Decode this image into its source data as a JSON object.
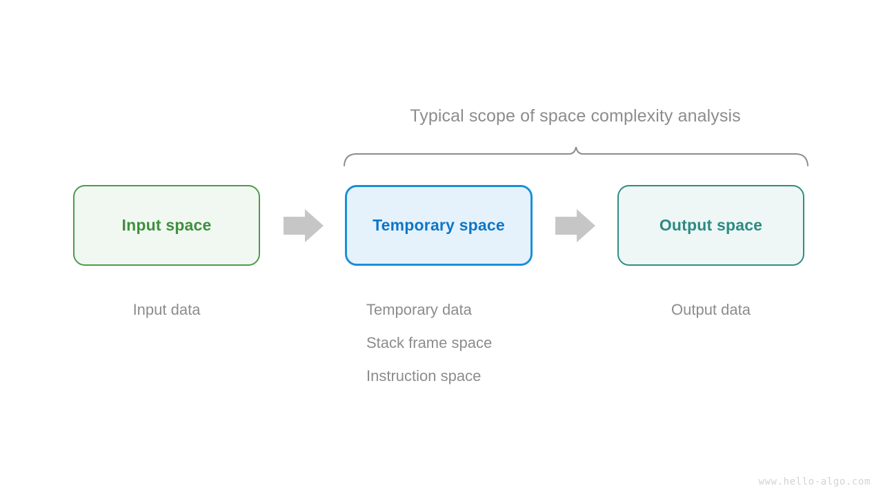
{
  "diagram": {
    "title": "Typical scope of space complexity analysis",
    "watermark": "www.hello-algo.com",
    "colors": {
      "input_border": "#4c9a4c",
      "input_fill": "#f1f8f1",
      "input_text": "#3f8f3f",
      "temp_border": "#1a8fd8",
      "temp_fill": "#e5f2fc",
      "temp_text": "#0e76c6",
      "output_border": "#2e8b85",
      "output_fill": "#eef7f5",
      "output_text": "#2b8a84",
      "arrow": "#c6c6c6",
      "caption_text": "#8c8c8c",
      "brace": "#8c8c8c",
      "watermark_text": "#d3d3d3"
    },
    "stages": [
      {
        "id": "input",
        "box_label": "Input space",
        "captions": [
          "Input data"
        ],
        "in_scope": false
      },
      {
        "id": "temporary",
        "box_label": "Temporary space",
        "captions": [
          "Temporary data",
          "Stack frame space",
          "Instruction space"
        ],
        "in_scope": true
      },
      {
        "id": "output",
        "box_label": "Output space",
        "captions": [
          "Output data"
        ],
        "in_scope": true
      }
    ],
    "arrows": [
      {
        "id": "arrow-input-to-temporary",
        "glyph": "arrow-right-icon"
      },
      {
        "id": "arrow-temporary-to-output",
        "glyph": "arrow-right-icon"
      }
    ]
  }
}
